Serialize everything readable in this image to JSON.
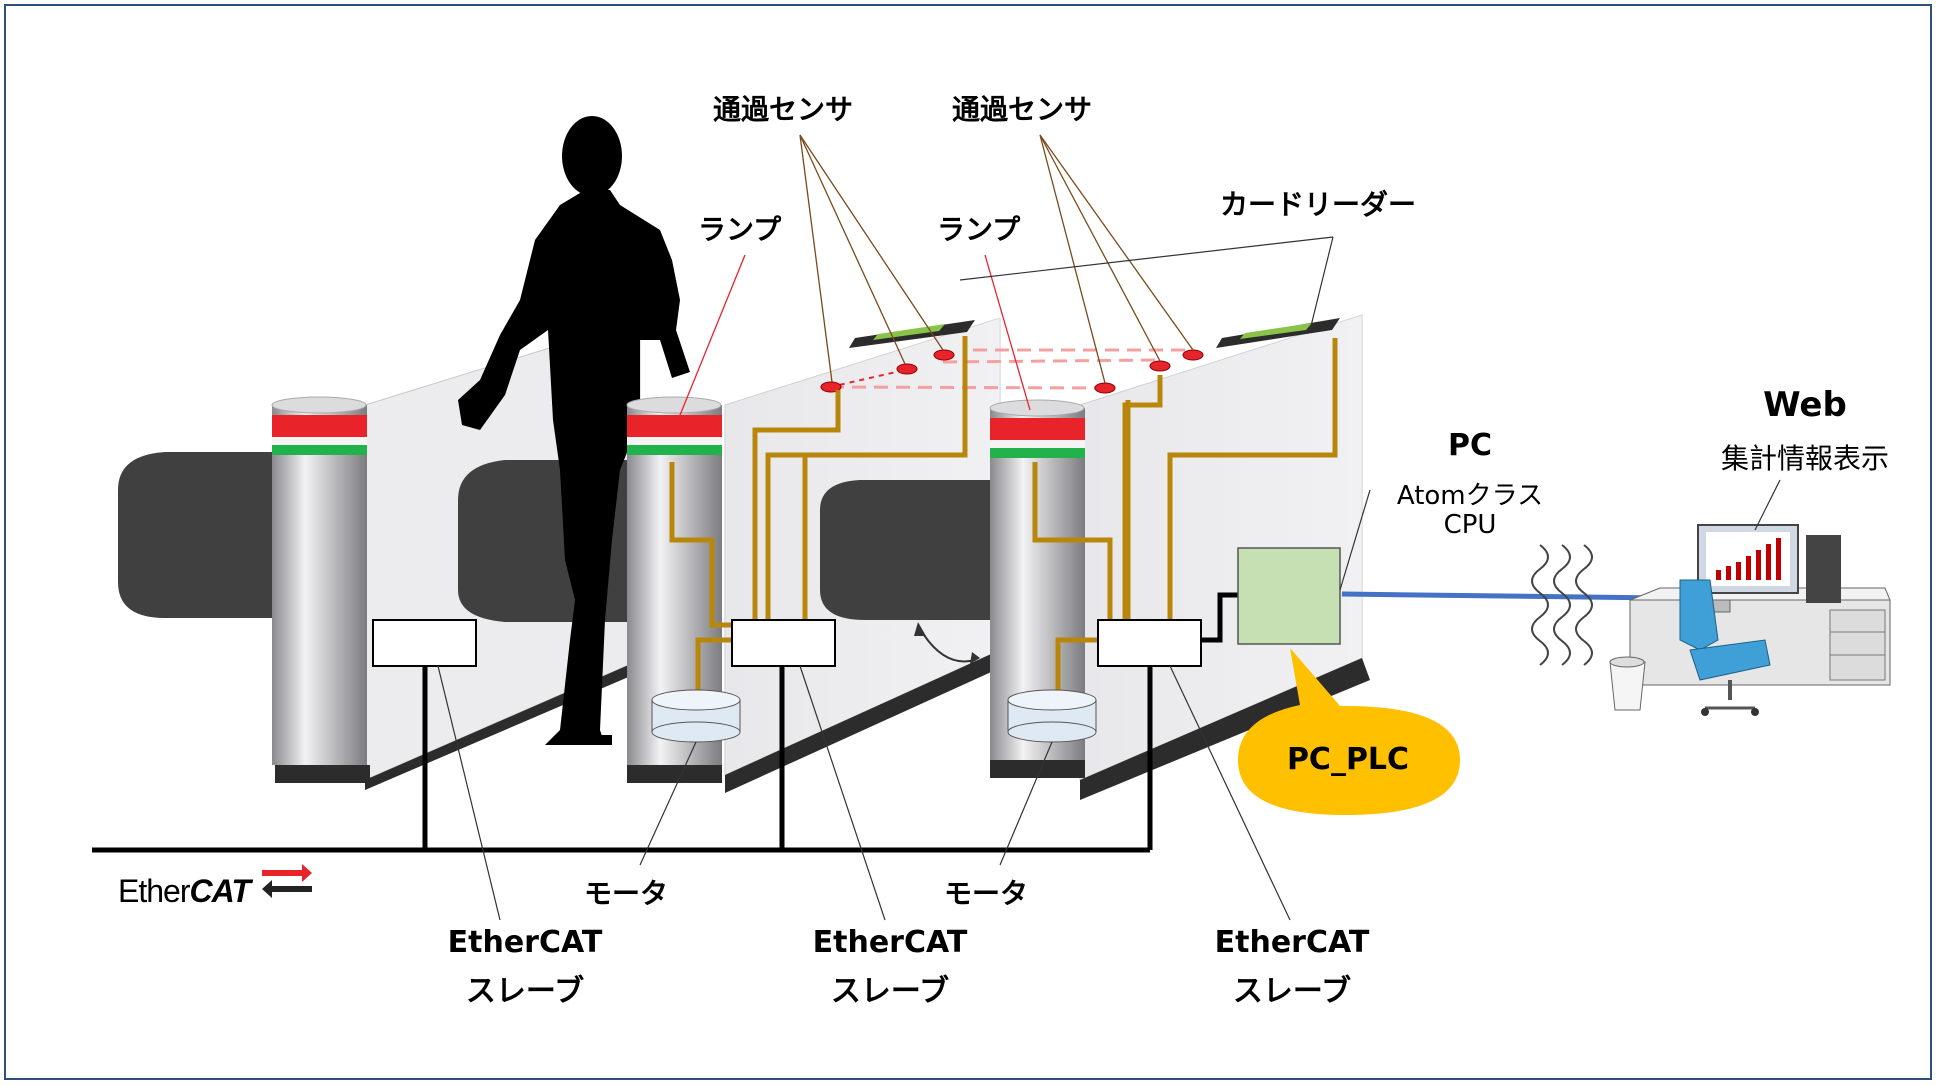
{
  "diagram": {
    "title": "システム構成図",
    "labels": {
      "sensor1": "通過センサ",
      "sensor2": "通過センサ",
      "lamp1": "ランプ",
      "lamp2": "ランプ",
      "card_reader": "カードリーダー",
      "pc_title": "PC",
      "pc_line1": "Atomクラス",
      "pc_line2": "CPU",
      "web_title": "Web",
      "web_sub": "集計情報表示",
      "plc": "PC_PLC",
      "motor1": "モータ",
      "motor2": "モータ",
      "slave1_line1": "EtherCAT",
      "slave1_line2": "スレーブ",
      "slave2_line1": "EtherCAT",
      "slave2_line2": "スレーブ",
      "slave3_line1": "EtherCAT",
      "slave3_line2": "スレーブ",
      "logo_ether": "Ether",
      "logo_cat": "CAT"
    },
    "colors": {
      "frame": "#2f4f7f",
      "wire": "#b8860b",
      "network": "#000000",
      "lan": "#4472c4",
      "lamp_red": "#e8232a",
      "lamp_green": "#22b24c",
      "plc_callout": "#ffc000",
      "pc_box": "#c6e0b4",
      "flap": "#404040",
      "cabinet": "#ececee",
      "leader": "#7a4a1c"
    }
  }
}
